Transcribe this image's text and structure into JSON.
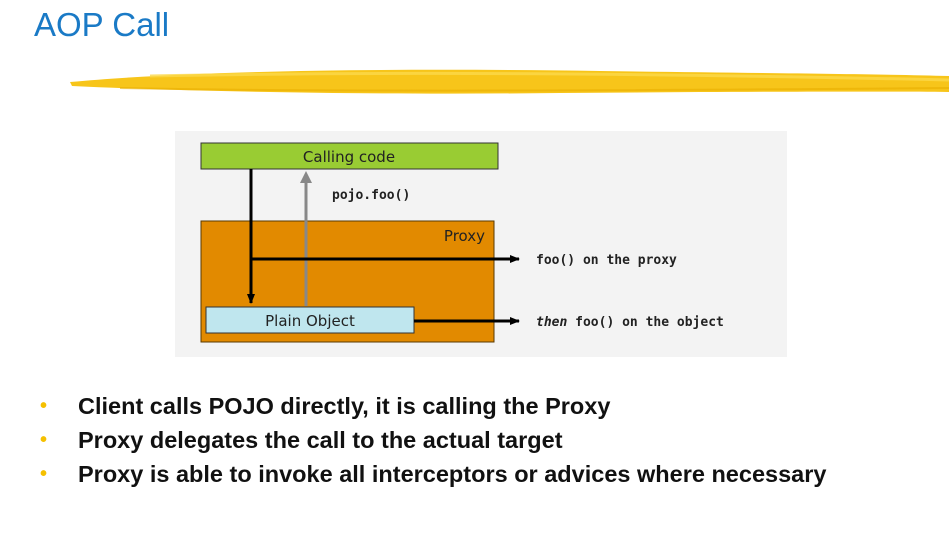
{
  "title": "AOP Call",
  "diagram": {
    "calling_code": "Calling code",
    "call_label": "pojo.foo()",
    "proxy": "Proxy",
    "plain_object": "Plain Object",
    "arrow1_code": "foo()",
    "arrow1_rest": "on the proxy",
    "arrow2_em": "then",
    "arrow2_code": "foo()",
    "arrow2_rest": "on the object"
  },
  "bullets": [
    "Client calls POJO directly, it is calling the Proxy",
    "Proxy delegates the call to the actual target",
    "Proxy is able to invoke all interceptors or advices where necessary"
  ],
  "colors": {
    "title": "#1a7ac6",
    "accent": "#f5c000",
    "calling_code_fill": "#99cc33",
    "proxy_fill": "#e28a00",
    "plain_object_fill": "#bfe6ee"
  }
}
